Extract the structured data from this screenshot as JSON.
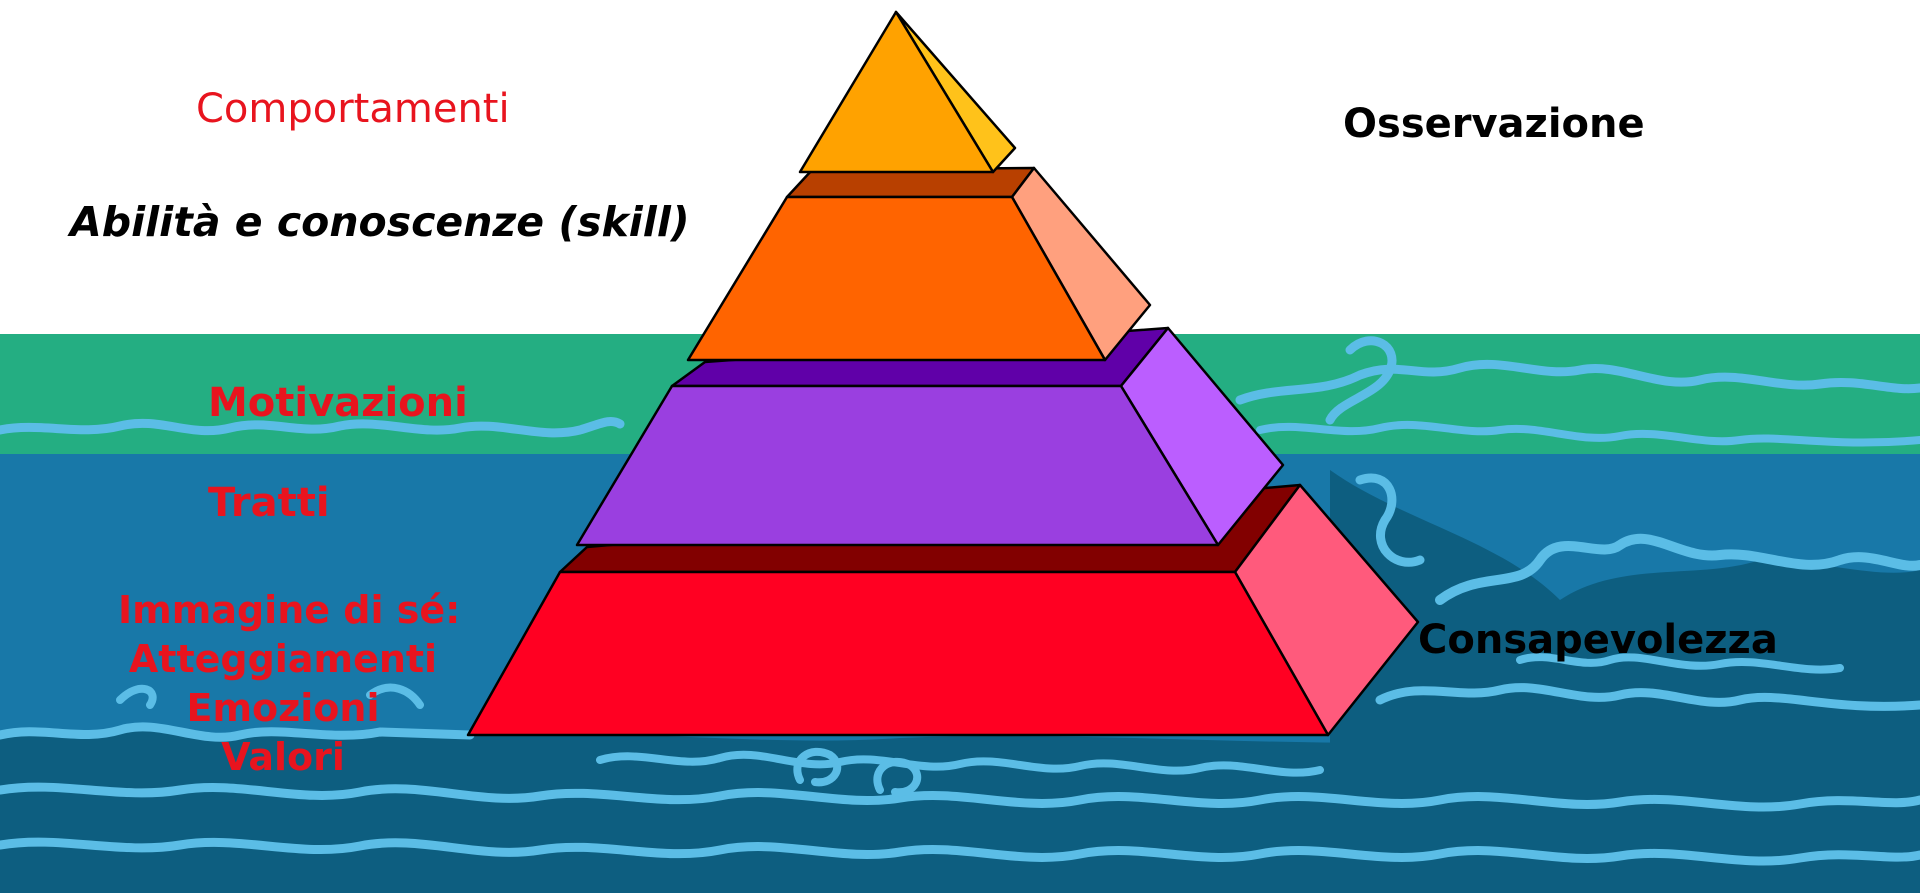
{
  "labels": {
    "comportamenti": "Comportamenti",
    "abilita": "Abilità e conoscenze (skill)",
    "osservazione": "Osservazione",
    "motivazioni": "Motivazioni",
    "tratti": "Tratti",
    "immagine": {
      "line1": "Immagine di sé:",
      "line2": "Atteggiamenti",
      "line3": "Emozioni",
      "line4": "Valori"
    },
    "consapevolezza": "Consapevolezza"
  },
  "colors": {
    "sky": "#ffffff",
    "sea_surface": "#24ae82",
    "sea_mid": "#1878a8",
    "sea_deep": "#0d5e80",
    "wave": "#5bbde6",
    "label_red": "#e8141e",
    "tier1_front": "#ffa200",
    "tier1_side": "#ffc21a",
    "tier2_front": "#ff6400",
    "tier2_top": "#b84000",
    "tier2_side": "#ffa07e",
    "tier3_front": "#9a3fe0",
    "tier3_top": "#6000a8",
    "tier3_side": "#bb5eff",
    "tier4_front": "#ff0022",
    "tier4_top": "#820000",
    "tier4_side": "#ff5a7c"
  }
}
